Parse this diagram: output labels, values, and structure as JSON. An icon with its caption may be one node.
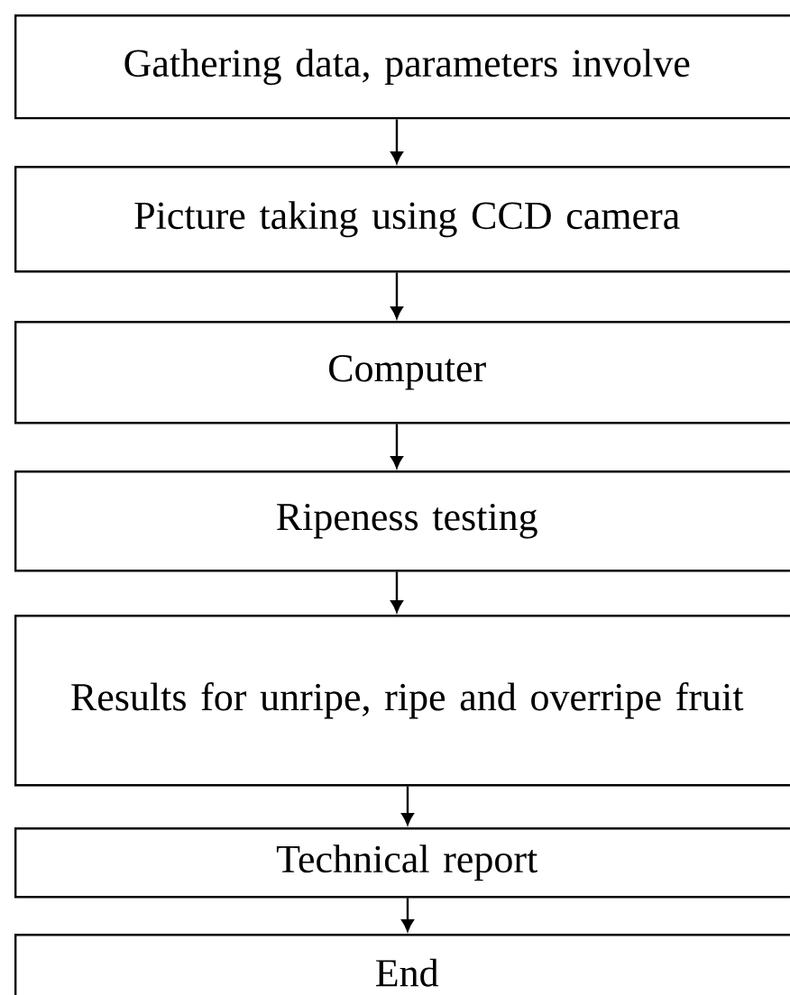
{
  "diagram": {
    "nodes": [
      {
        "text": [
          "Gathering data, parameters involve"
        ]
      },
      {
        "text": [
          "Picture taking using CCD camera"
        ]
      },
      {
        "text": [
          "Computer"
        ]
      },
      {
        "text": [
          "Ripeness testing"
        ]
      },
      {
        "text": [
          "Results for unripe, ripe and overripe fruit"
        ]
      },
      {
        "text": [
          "Technical report"
        ]
      },
      {
        "text": [
          "End"
        ]
      }
    ],
    "edges": [
      {
        "from": 0,
        "to": 1,
        "arrow": "to"
      },
      {
        "from": 1,
        "to": 2,
        "arrow": "to"
      },
      {
        "from": 2,
        "to": 3,
        "arrow": "to"
      },
      {
        "from": 3,
        "to": 4,
        "arrow": "to"
      },
      {
        "from": 4,
        "to": 5,
        "arrow": "to"
      },
      {
        "from": 5,
        "to": 6,
        "arrow": "to"
      }
    ]
  }
}
